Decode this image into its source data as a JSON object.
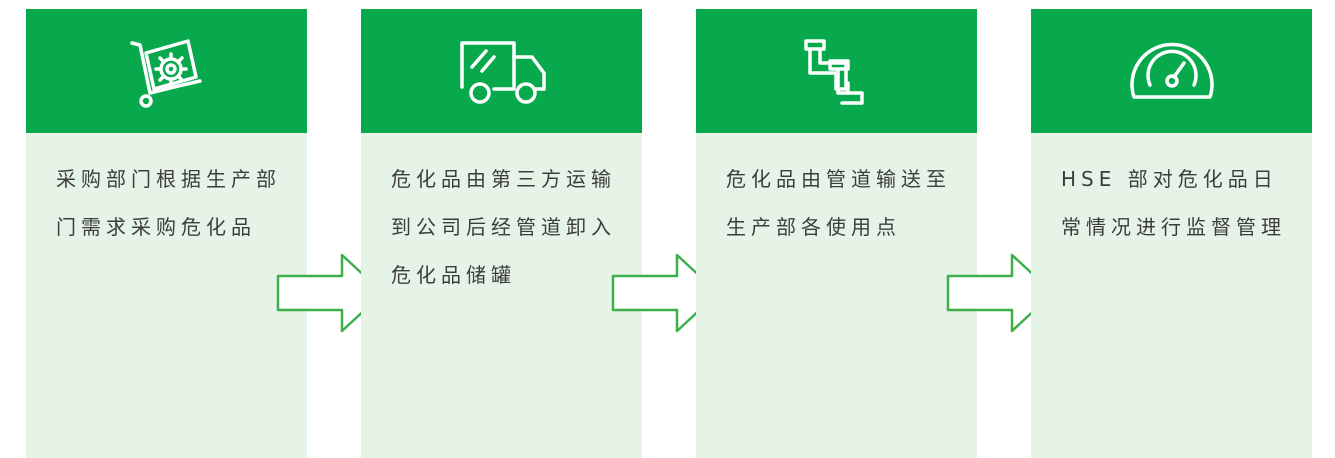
{
  "colors": {
    "header_green": "#07a94c",
    "card_bg": "#e6f4e8",
    "arrow_stroke": "#3cb04a",
    "text": "#3d3d3d"
  },
  "steps": [
    {
      "icon": "cart-gear-icon",
      "text": "采购部门根据生产部门需求采购危化品"
    },
    {
      "icon": "truck-icon",
      "text": "危化品由第三方运输到公司后经管道卸入危化品储罐"
    },
    {
      "icon": "pipe-icon",
      "text": "危化品由管道输送至生产部各使用点"
    },
    {
      "icon": "gauge-icon",
      "text": "HSE 部对危化品日常情况进行监督管理"
    }
  ]
}
